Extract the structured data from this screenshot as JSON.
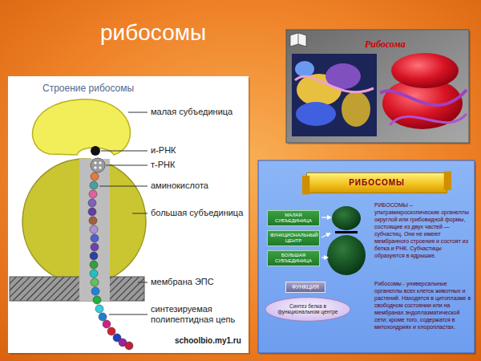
{
  "diagram": {
    "title": "рибосомы",
    "nodes": [
      {
        "text": [
          "Строение рибосомы"
        ]
      },
      {
        "text": [
          "Рибосома"
        ]
      },
      {
        "text": [
          "РИБОСОМЫ – ультрамикроскопические органеллы округлой или грибовидной формы, состоящие из двух частей — субчастиц. Они не имеют мембранного строения и состоят из белка и РНК. Субчастицы образуются в ядрышке.",
          "Рибосомы - универсальные органеллы всех клеток животных и растений. Находятся в цитоплазме в свободном состоянии или на мембранах эндоплазматической сети; кроме того, содержатся в митохондриях и хлоропластах."
        ]
      },
      {
        "text": [
          "РИБОСОМЫ"
        ],
        "in": 2
      },
      {
        "text": [
          "МАЛАЯ СУБЪЕДИНИЦА"
        ],
        "in": 2
      },
      {
        "text": [
          "ФУНКЦИОНАЛЬНЫЙ ЦЕНТР"
        ],
        "in": 2
      },
      {
        "text": [
          "БОЛЬШАЯ СУБЪЕДИНИЦА"
        ],
        "in": 2
      },
      {
        "text": [
          "ФУНКЦИЯ"
        ],
        "in": 2
      },
      {
        "text": [
          "Синтез белка в функциональном центре"
        ],
        "in": 2
      }
    ],
    "labels": [
      "малая субъединица",
      "и-РНК",
      "т-РНК",
      "аминокислота",
      "большая субъединица",
      "мембрана ЭПС",
      "синтезируемая полипептидная цепь",
      "schoolbio.my1.ru"
    ]
  }
}
